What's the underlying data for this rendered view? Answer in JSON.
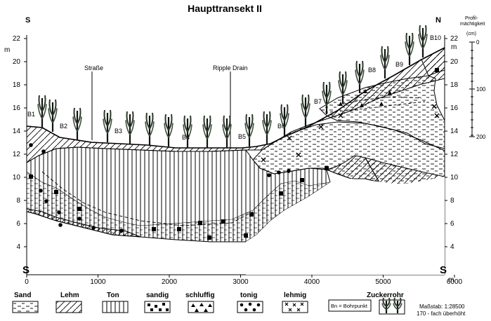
{
  "title": "Haupttransekt II",
  "orientation": {
    "left": "S",
    "right": "N"
  },
  "axes": {
    "y_unit": "m",
    "x_unit": "m",
    "y_ticks_left": [
      "22",
      "20",
      "18",
      "16",
      "14",
      "12",
      "10",
      "8",
      "6",
      "4"
    ],
    "y_ticks_right": [
      "22",
      "20",
      "18",
      "16",
      "14",
      "12",
      "10",
      "8",
      "6",
      "4"
    ],
    "y_right_unit": "m",
    "x_ticks": [
      "0",
      "1000",
      "2000",
      "3000",
      "4000",
      "5000",
      "6000"
    ]
  },
  "profile_scale": {
    "label_line1": "Profil-",
    "label_line2": "mächtigkeit",
    "unit": "(cm)",
    "ticks": [
      "0",
      "100",
      "200"
    ]
  },
  "markers": {
    "strasse": "Straße",
    "ripple_drain": "Ripple Drain"
  },
  "boreholes": [
    "B1",
    "B2",
    "B3",
    "B4",
    "B5",
    "B6",
    "B7",
    "B8",
    "B9",
    "B10"
  ],
  "legend": {
    "sand": "Sand",
    "lehm": "Lehm",
    "ton": "Ton",
    "sandig": "sandig",
    "schluffig": "schluffig",
    "tonig": "tonig",
    "lehmig": "lehmig",
    "bohrpunkt": "Bn = Bohrpunkt",
    "zuckerrohr": "Zuckerrohr"
  },
  "scale": {
    "massstab": "Maßstab: 1:28500",
    "ueberhoeht": "170 - fach überhöht"
  }
}
